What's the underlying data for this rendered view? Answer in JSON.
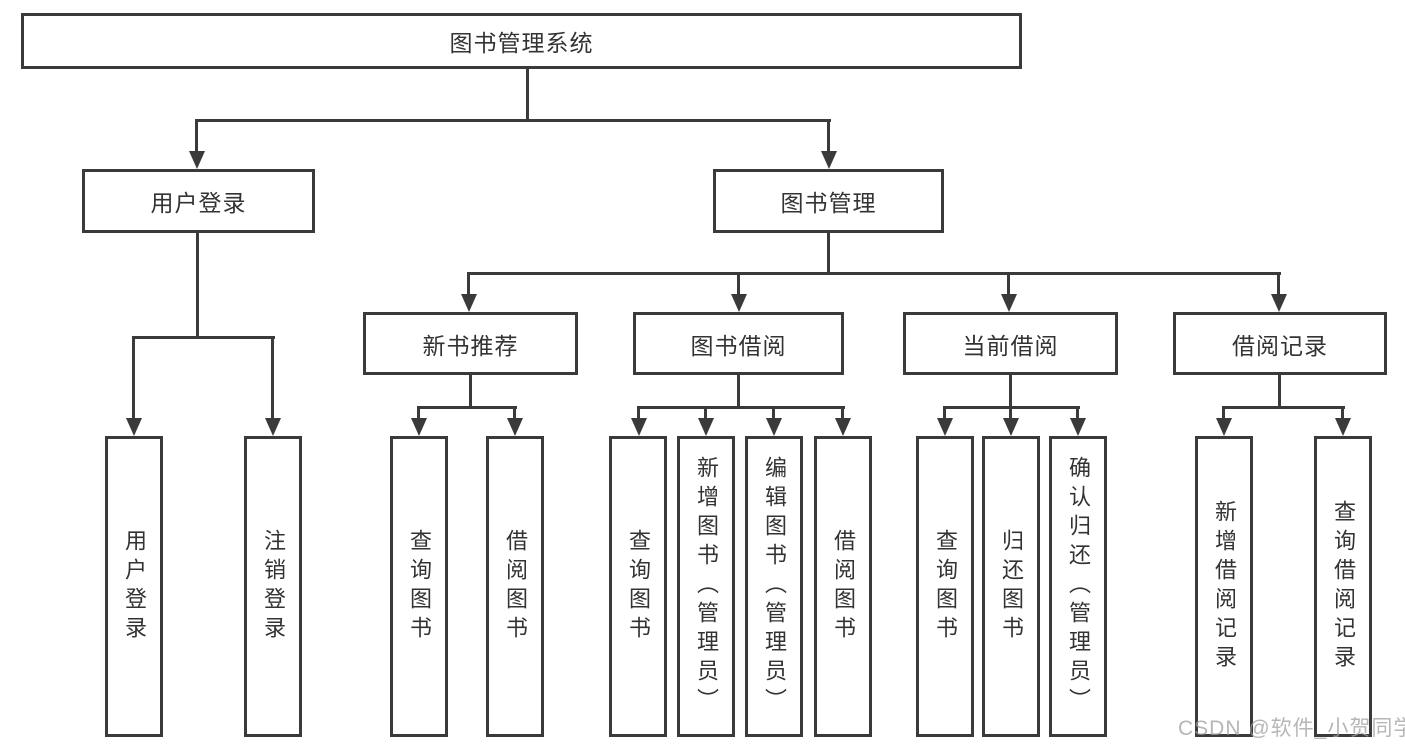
{
  "diagram": {
    "type": "tree",
    "title": "图书管理系统",
    "colors": {
      "line": "#3a3a3a",
      "box_background": "#ffffff",
      "text": "#333333",
      "watermark": "#9e9e9e"
    },
    "tree": {
      "root": {
        "label": "图书管理系统"
      },
      "level2": [
        {
          "label": "用户登录"
        },
        {
          "label": "图书管理"
        }
      ],
      "level3": [
        {
          "label": "新书推荐",
          "parent": "图书管理"
        },
        {
          "label": "图书借阅",
          "parent": "图书管理"
        },
        {
          "label": "当前借阅",
          "parent": "图书管理"
        },
        {
          "label": "借阅记录",
          "parent": "图书管理"
        }
      ],
      "leaves": [
        {
          "label": "用户登录",
          "parent": "用户登录"
        },
        {
          "label": "注销登录",
          "parent": "用户登录"
        },
        {
          "label": "查询图书",
          "parent": "新书推荐"
        },
        {
          "label": "借阅图书",
          "parent": "新书推荐"
        },
        {
          "label": "查询图书",
          "parent": "图书借阅"
        },
        {
          "label": "新增图书（管理员）",
          "parent": "图书借阅"
        },
        {
          "label": "编辑图书（管理员）",
          "parent": "图书借阅"
        },
        {
          "label": "借阅图书",
          "parent": "图书借阅"
        },
        {
          "label": "查询图书",
          "parent": "当前借阅"
        },
        {
          "label": "归还图书",
          "parent": "当前借阅"
        },
        {
          "label": "确认归还（管理员）",
          "parent": "当前借阅"
        },
        {
          "label": "新增借阅记录",
          "parent": "借阅记录"
        },
        {
          "label": "查询借阅记录",
          "parent": "借阅记录"
        }
      ]
    }
  },
  "watermark": "CSDN @软件_小贺同学"
}
